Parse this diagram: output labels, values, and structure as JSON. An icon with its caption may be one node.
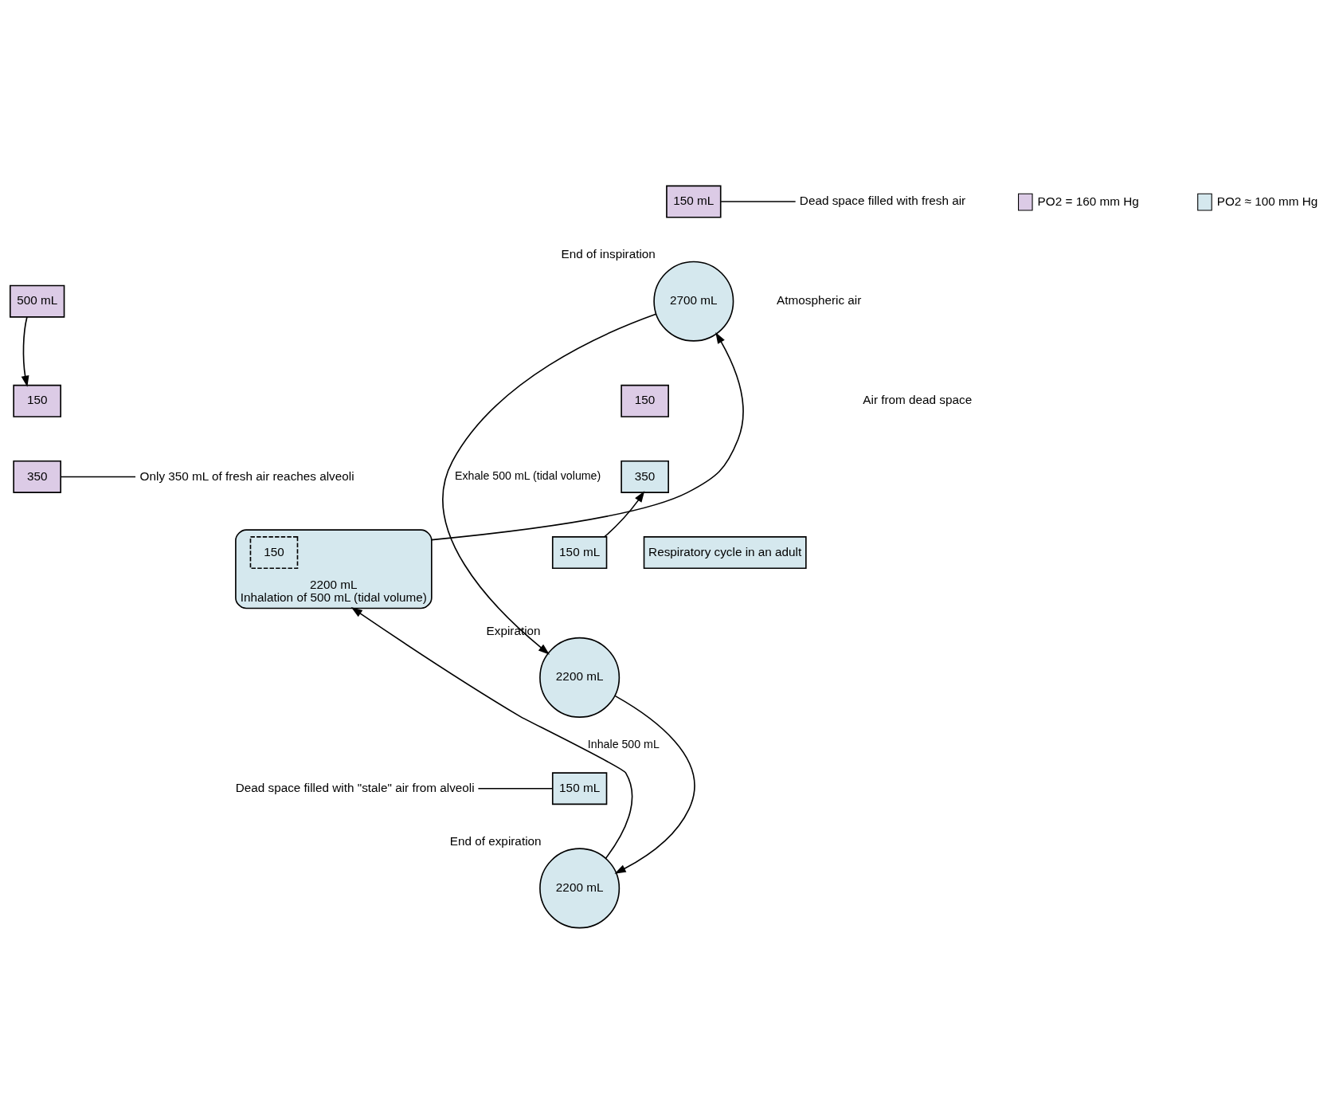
{
  "diagram": {
    "nodes": [
      {
        "text": [
          "2700 mL"
        ],
        "beside": [
          "End of inspiration"
        ]
      },
      {
        "text": [
          "150 mL"
        ]
      },
      {
        "text": [
          "Dead space filled with fresh air"
        ]
      },
      {
        "text": [
          "2200 mL"
        ],
        "beside": [
          "Inhalation of 500 mL (tidal volume)"
        ]
      },
      {
        "text": [
          "150"
        ]
      },
      {
        "text": [
          "350"
        ]
      },
      {
        "text": [
          "150"
        ],
        "in": 3
      },
      {
        "text": [
          "Only 350 mL of fresh air reaches alveoli"
        ]
      },
      {
        "text": [
          "500 mL"
        ]
      },
      {
        "text": [
          "2200 mL"
        ],
        "beside": [
          "Expiration"
        ]
      },
      {
        "text": [
          "150 mL"
        ]
      },
      {
        "text": [
          "150"
        ]
      },
      {
        "text": [
          "350"
        ]
      },
      {
        "text": [
          "2200 mL"
        ],
        "beside": [
          "End of expiration"
        ]
      },
      {
        "text": [
          "150 mL"
        ]
      },
      {
        "text": [
          "Dead space filled with \"stale\" air from alveoli"
        ]
      },
      {
        "text": [
          "Respiratory cycle in an adult"
        ]
      }
    ],
    "edges": [
      {
        "from": 2,
        "to": 1,
        "arrow": "none"
      },
      {
        "from": 7,
        "to": 5,
        "arrow": "none"
      },
      {
        "from": 8,
        "to": 4,
        "arrow": "to"
      },
      {
        "from": 3,
        "to": 0,
        "arrow": "to"
      },
      {
        "from": 0,
        "to": 9,
        "arrow": "to",
        "label": "Exhale 500 mL (tidal volume)"
      },
      {
        "from": 10,
        "to": 12,
        "arrow": "to"
      },
      {
        "from": 9,
        "to": 13,
        "arrow": "to"
      },
      {
        "from": 15,
        "to": 14,
        "arrow": "none"
      },
      {
        "from": 13,
        "to": 3,
        "arrow": "to",
        "label": "Inhale 500 mL"
      }
    ],
    "labels": [
      "Atmospheric air",
      "Air from dead space"
    ],
    "legend": [
      {
        "text": "PO2 = 160 mm Hg",
        "color": "#dccbe6"
      },
      {
        "text": "PO2 ≈ 100 mm Hg",
        "color": "#d5e8ee"
      }
    ]
  }
}
